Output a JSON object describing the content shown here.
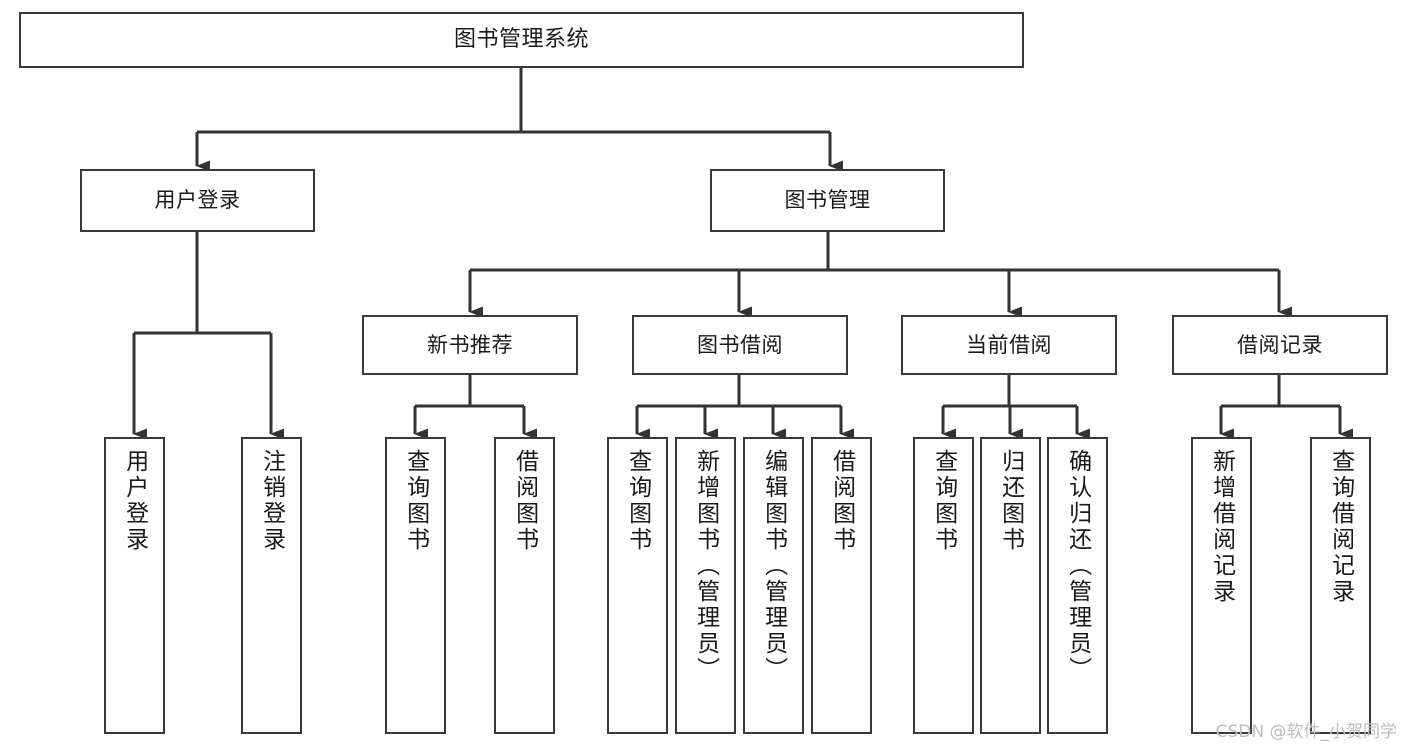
{
  "diagram": {
    "title": "图书管理系统",
    "type": "tree-hierarchy-diagram",
    "colors": {
      "box_border": "#3a3a3a",
      "box_fill": "#ffffff",
      "connector": "#333333",
      "text": "#1a1a1a",
      "watermark": "#bdbdbd",
      "background": "#ffffff"
    },
    "nodes": {
      "root": "图书管理系统",
      "level2": {
        "user_login": "用户登录",
        "book_manage": "图书管理"
      },
      "level3": {
        "new_book_rec": "新书推荐",
        "book_borrow": "图书借阅",
        "current_borrow": "当前借阅",
        "borrow_record": "借阅记录"
      },
      "leaves": {
        "user_login_1": "用户登录",
        "user_login_2": "注销登录",
        "new_book_rec_1": "查询图书",
        "new_book_rec_2": "借阅图书",
        "book_borrow_1": "查询图书",
        "book_borrow_2": "新增图书（管理员）",
        "book_borrow_3": "编辑图书（管理员）",
        "book_borrow_4": "借阅图书",
        "current_borrow_1": "查询图书",
        "current_borrow_2": "归还图书",
        "current_borrow_3": "确认归还（管理员）",
        "borrow_record_1": "新增借阅记录",
        "borrow_record_2": "查询借阅记录"
      }
    }
  },
  "watermark": {
    "text": "CSDN @软件_小贺同学"
  }
}
